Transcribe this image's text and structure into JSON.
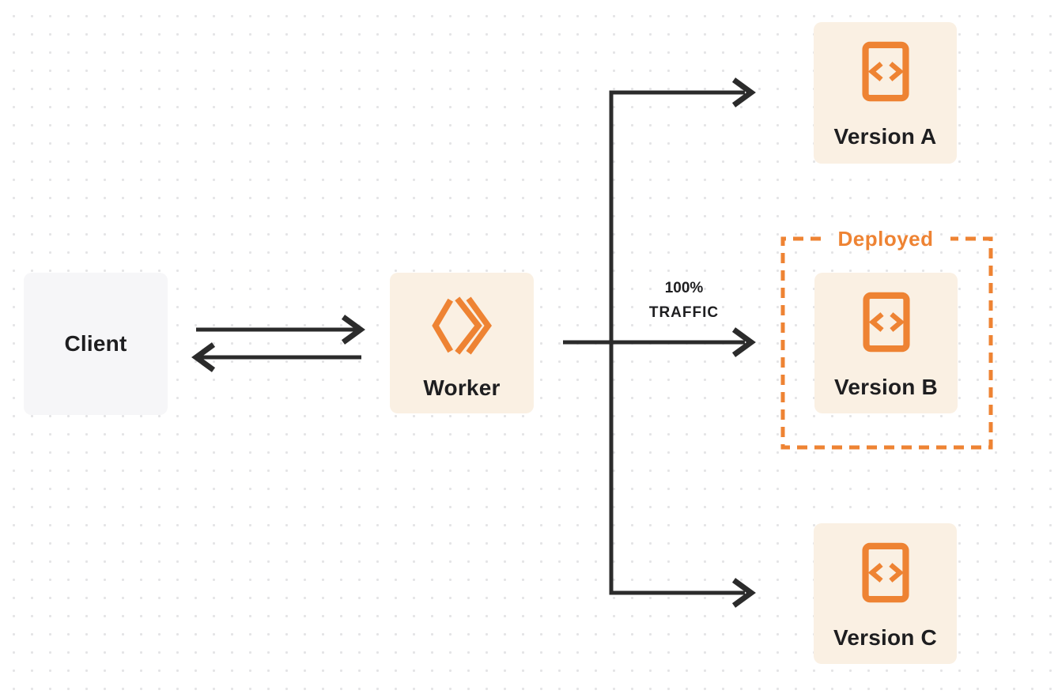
{
  "nodes": {
    "client": {
      "label": "Client"
    },
    "worker": {
      "label": "Worker",
      "icon": "workers-logo-icon"
    },
    "versions": [
      {
        "label": "Version A",
        "icon": "code-file-icon"
      },
      {
        "label": "Version B",
        "icon": "code-file-icon"
      },
      {
        "label": "Version C",
        "icon": "code-file-icon"
      }
    ]
  },
  "annotations": {
    "traffic": {
      "line1": "100%",
      "line2": "TRAFFIC"
    },
    "deployed_label": "Deployed"
  },
  "colors": {
    "accent_orange": "#EE8333",
    "node_cream": "#FAF0E3",
    "node_gray": "#F6F6F8",
    "arrow_dark": "#2B2B2B",
    "dot_grid": "#E4E4E6"
  }
}
